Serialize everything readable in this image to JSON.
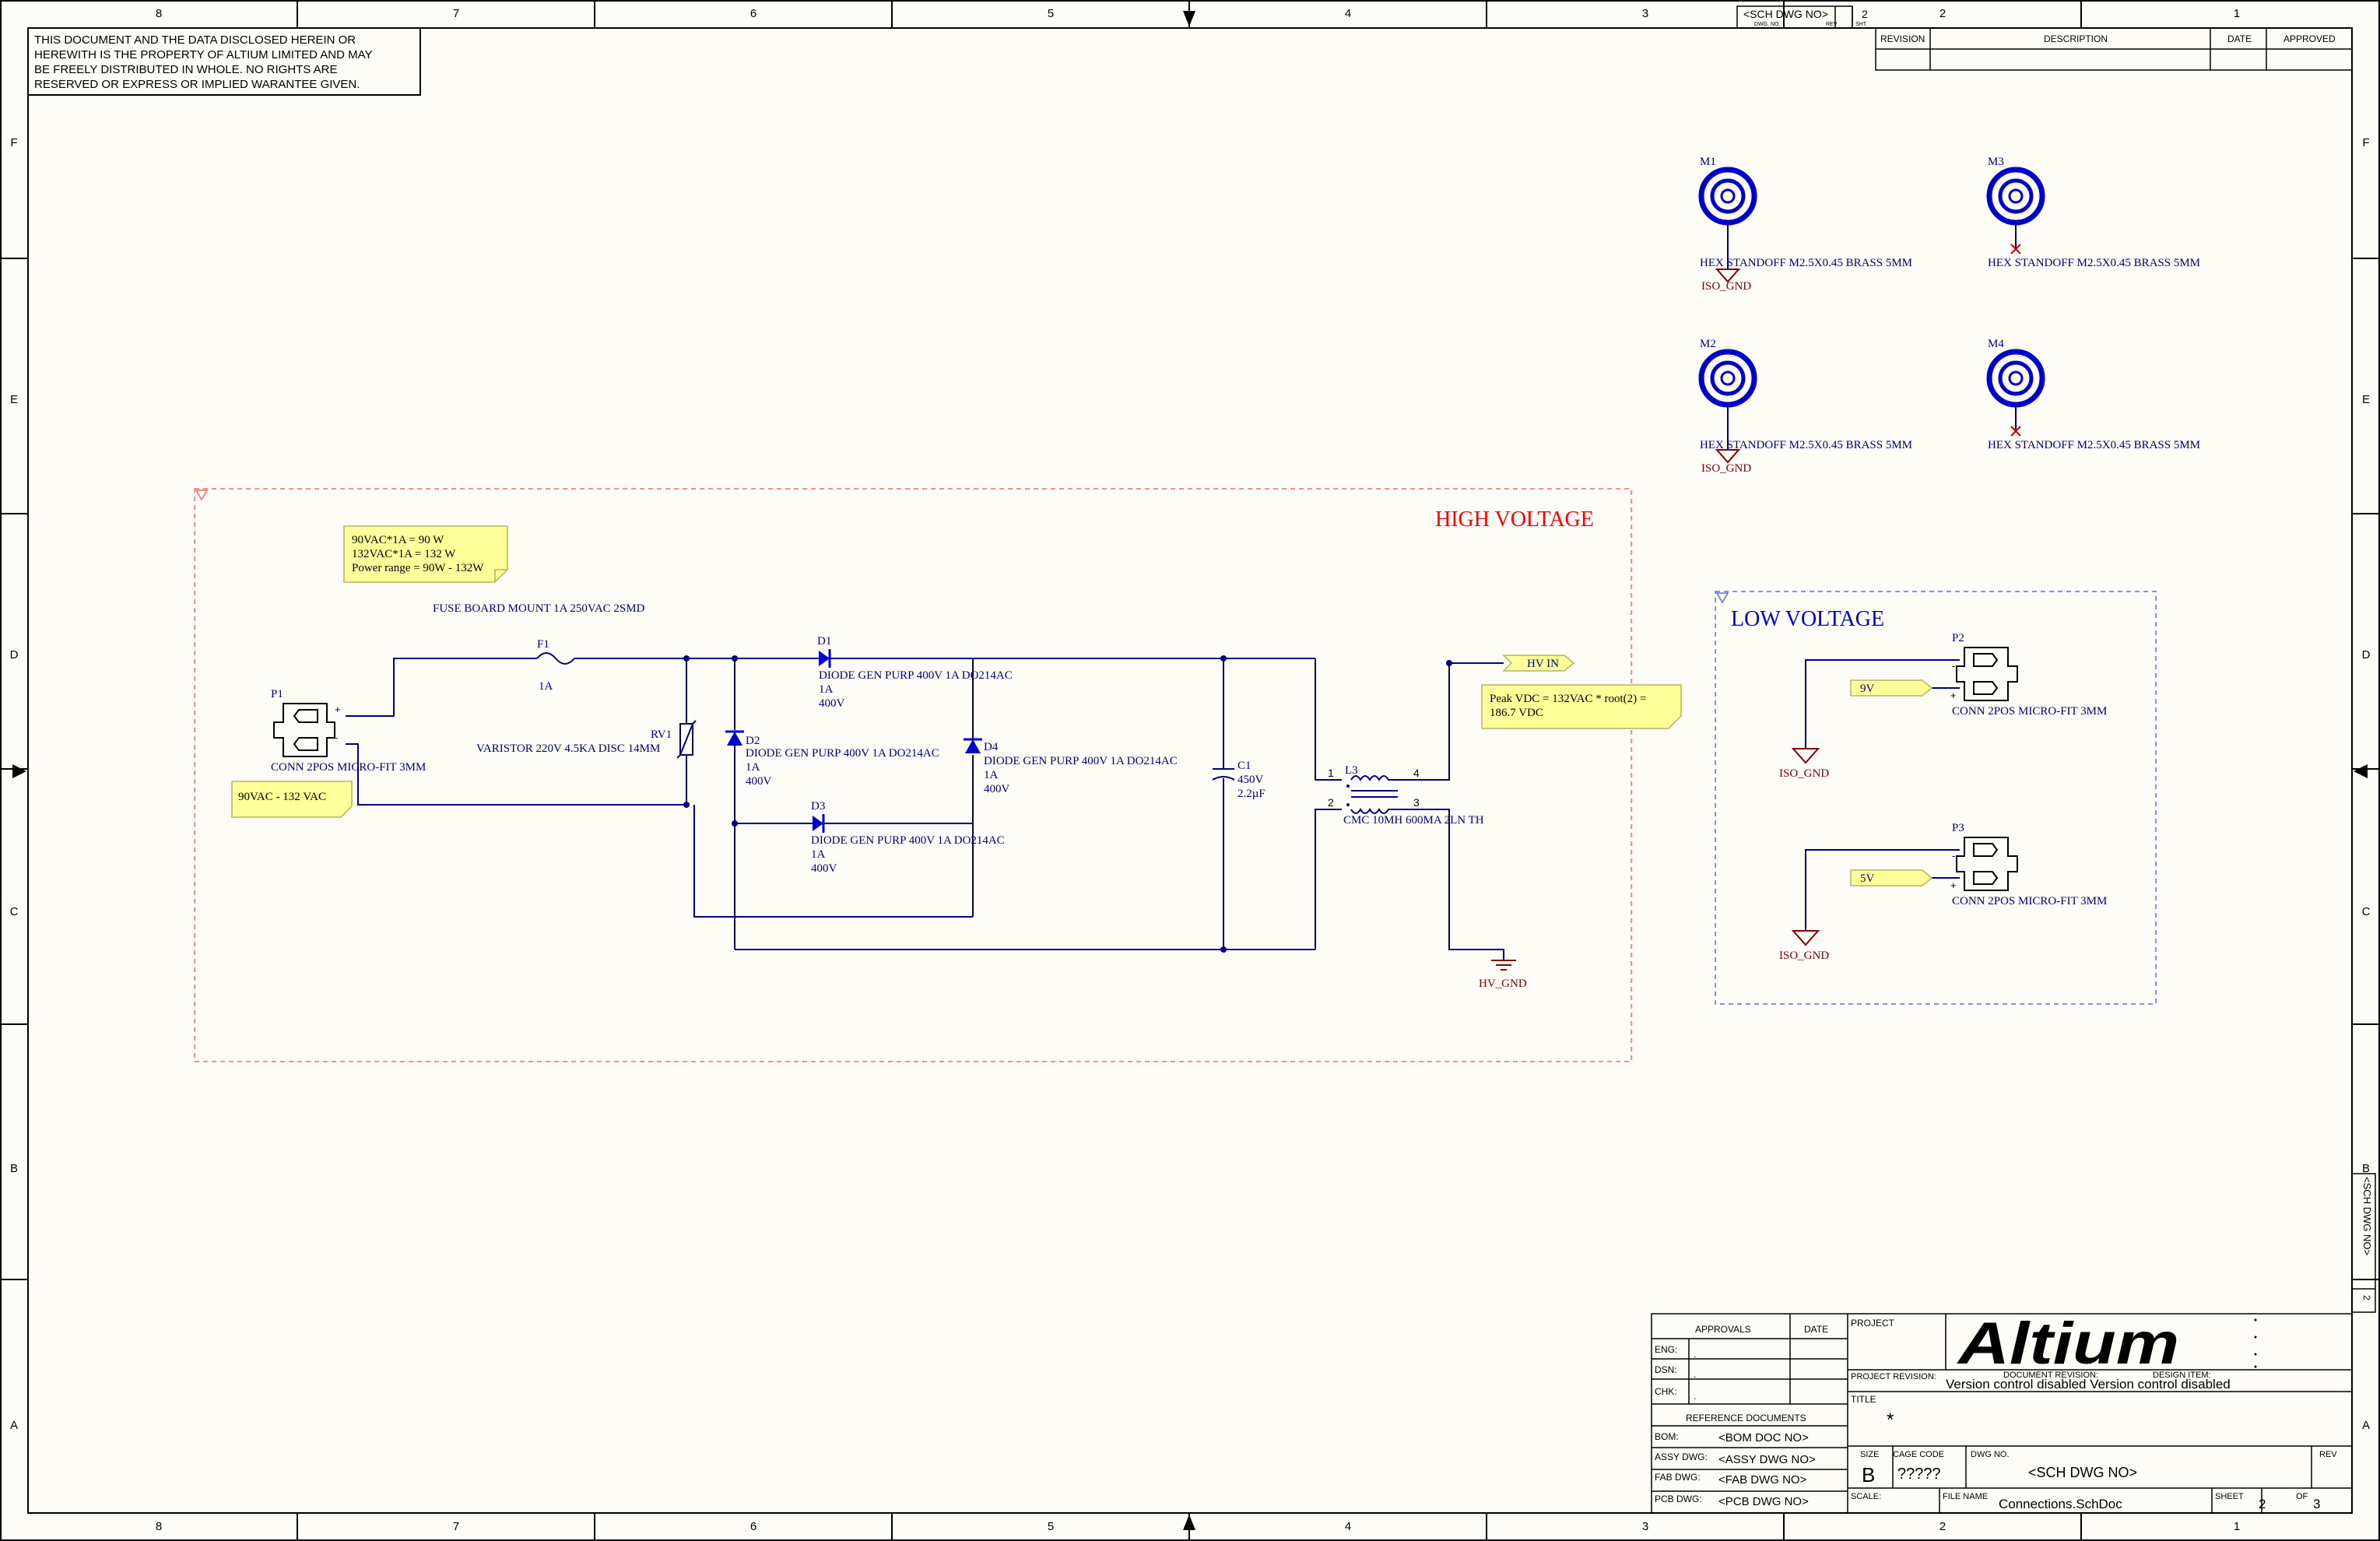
{
  "border": {
    "columns": [
      "8",
      "7",
      "6",
      "5",
      "4",
      "3",
      "2",
      "1"
    ],
    "rows": [
      "F",
      "E",
      "D",
      "C",
      "B",
      "A"
    ]
  },
  "disclaimer": [
    "THIS DOCUMENT AND THE DATA DISCLOSED HEREIN OR",
    "HEREWITH IS THE PROPERTY OF ALTIUM LIMITED AND MAY",
    "BE FREELY DISTRIBUTED IN WHOLE. NO RIGHTS ARE",
    "RESERVED OR EXPRESS OR IMPLIED WARANTEE GIVEN."
  ],
  "top_dwg": {
    "dwg_no": "<SCH DWG NO>",
    "sht": "2",
    "dwg_no_label": "DWG. NO.",
    "rev_label": "REV",
    "sht_label": "SHT."
  },
  "revision_table": {
    "revision": "REVISION",
    "description": "DESCRIPTION",
    "date": "DATE",
    "approved": "APPROVED"
  },
  "high_voltage": {
    "title": "HIGH VOLTAGE",
    "note_power": [
      "90VAC*1A = 90 W",
      "132VAC*1A = 132 W",
      "Power range = 90W - 132W"
    ],
    "note_vac": "90VAC - 132 VAC",
    "note_peak": [
      "Peak VDC = 132VAC * root(2) =",
      "186.7 VDC"
    ],
    "fuse_desc": "FUSE BOARD MOUNT 1A 250VAC 2SMD",
    "f1": {
      "ref": "F1",
      "val": "1A"
    },
    "p1": {
      "ref": "P1",
      "desc": "CONN 2POS MICRO-FIT 3MM",
      "plus": "+",
      "minus": "-"
    },
    "rv1": {
      "ref": "RV1",
      "desc": "VARISTOR 220V 4.5KA DISC 14MM"
    },
    "d1": {
      "ref": "D1",
      "desc": "DIODE GEN PURP 400V 1A DO214AC",
      "i": "1A",
      "v": "400V"
    },
    "d2": {
      "ref": "D2",
      "desc": "DIODE GEN PURP 400V 1A DO214AC",
      "i": "1A",
      "v": "400V"
    },
    "d3": {
      "ref": "D3",
      "desc": "DIODE GEN PURP 400V 1A DO214AC",
      "i": "1A",
      "v": "400V"
    },
    "d4": {
      "ref": "D4",
      "desc": "DIODE GEN PURP 400V 1A DO214AC",
      "i": "1A",
      "v": "400V"
    },
    "c1": {
      "ref": "C1",
      "v": "450V",
      "c": "2.2µF"
    },
    "l3": {
      "ref": "L3",
      "desc": "CMC 10MH 600MA 2LN TH",
      "p1": "1",
      "p2": "2",
      "p3": "3",
      "p4": "4"
    },
    "port_hv_in": "HV IN",
    "hv_gnd": "HV_GND"
  },
  "low_voltage": {
    "title": "LOW VOLTAGE",
    "p2": {
      "ref": "P2",
      "desc": "CONN 2POS MICRO-FIT 3MM",
      "port": "9V",
      "plus": "+",
      "minus": "-"
    },
    "p3": {
      "ref": "P3",
      "desc": "CONN 2POS MICRO-FIT 3MM",
      "port": "5V",
      "plus": "+",
      "minus": "-"
    },
    "gnd": "ISO_GND"
  },
  "standoffs": [
    {
      "ref": "M1",
      "desc": "HEX STANDOFF M2.5X0.45 BRASS 5MM",
      "gnd": "ISO_GND"
    },
    {
      "ref": "M3",
      "desc": "HEX STANDOFF M2.5X0.45 BRASS 5MM",
      "gnd": ""
    },
    {
      "ref": "M2",
      "desc": "HEX STANDOFF M2.5X0.45 BRASS 5MM",
      "gnd": "ISO_GND"
    },
    {
      "ref": "M4",
      "desc": "HEX STANDOFF M2.5X0.45 BRASS 5MM",
      "gnd": ""
    }
  ],
  "title_block": {
    "approvals": "APPROVALS",
    "date": "DATE",
    "eng": "ENG:",
    "dsn": "DSN:",
    "chk": "CHK:",
    "dot": ".",
    "ref_docs": "REFERENCE DOCUMENTS",
    "bom_label": "BOM:",
    "bom": "<BOM DOC NO>",
    "assy_label": "ASSY DWG:",
    "assy": "<ASSY DWG NO>",
    "fab_label": "FAB DWG:",
    "fab": "<FAB DWG NO>",
    "pcb_label": "PCB DWG:",
    "pcb": "<PCB DWG NO>",
    "project": "PROJECT",
    "logo": "Altium",
    "project_rev": "PROJECT REVISION:",
    "doc_rev": "DOCUMENT REVISION:",
    "design_item": "DESIGN ITEM:",
    "version": "Version control disabled  Version control disabled",
    "title_label": "TITLE",
    "title": "*",
    "size_label": "SIZE",
    "size": "B",
    "cage_label": "CAGE CODE",
    "cage": "?????",
    "dwg_label": "DWG NO.",
    "dwg": "<SCH DWG NO>",
    "rev_label": "REV",
    "scale_label": "SCALE:",
    "file_label": "FILE NAME",
    "file": "Connections.SchDoc",
    "sheet_label": "SHEET",
    "sheet": "2",
    "of_label": "OF",
    "of": "3"
  },
  "side_dwg": {
    "dwg": "<SCH DWG NO>",
    "sht": "2"
  },
  "colors": {
    "wire": "#000080",
    "part": "#0000cc",
    "power": "#800000",
    "hv_title": "#ff0000",
    "note_bg": "#ffff99",
    "paper": "#fdfcf7"
  }
}
